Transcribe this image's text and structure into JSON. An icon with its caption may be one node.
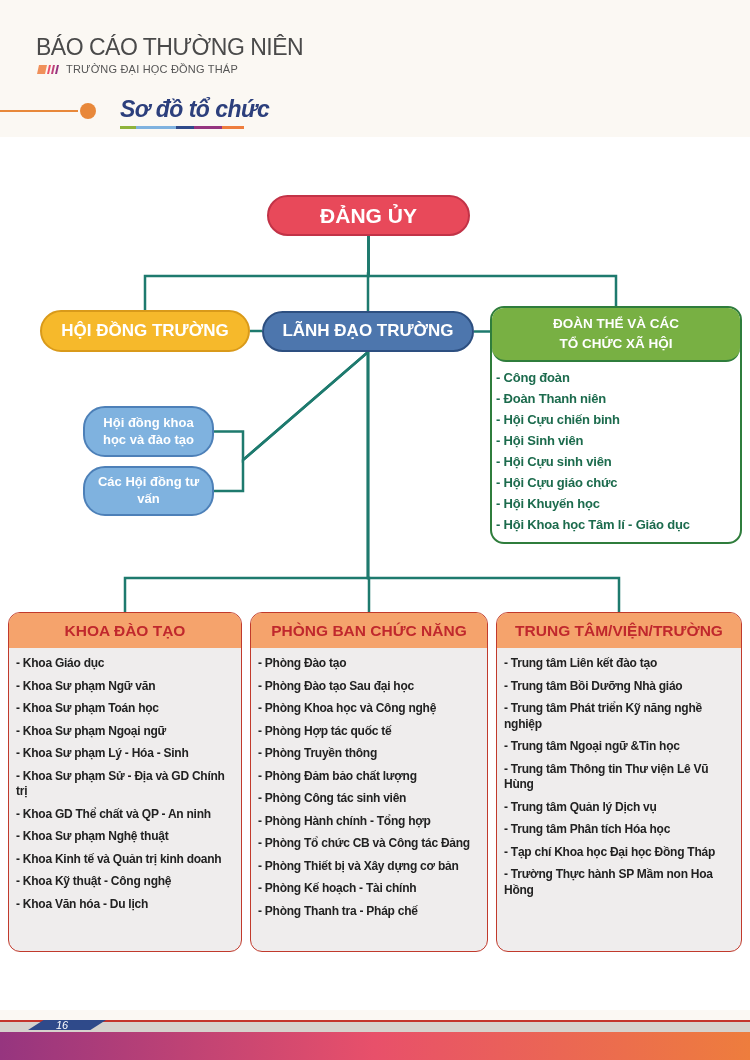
{
  "diagram": {
    "title": "Sơ đồ tổ chức",
    "nodes": [
      {
        "text": [
          "ĐẢNG ỦY"
        ]
      },
      {
        "text": [
          "HỘI ĐỒNG TRƯỜNG"
        ]
      },
      {
        "text": [
          "LÃNH ĐẠO TRƯỜNG"
        ]
      },
      {
        "text": [
          "ĐOÀN THỂ VÀ CÁC TỔ CHỨC XÃ HỘI",
          "- Công đoàn",
          "- Đoàn Thanh niên",
          "- Hội Cựu chiến binh",
          "- Hội Sinh viên",
          "- Hội Cựu sinh viên",
          "- Hội Cựu giáo chức",
          "- Hội Khuyến học",
          "- Hội Khoa học Tâm lí - Giáo dục"
        ]
      },
      {
        "text": [
          "Hội đồng khoa học và đào tạo"
        ]
      },
      {
        "text": [
          "Các Hội đồng tư vấn"
        ]
      },
      {
        "text": [
          "KHOA ĐÀO TẠO",
          "- Khoa Giáo dục",
          "- Khoa Sư phạm Ngữ văn",
          "- Khoa Sư phạm Toán học",
          "- Khoa Sư phạm Ngoại ngữ",
          "- Khoa Sư phạm Lý - Hóa - Sinh",
          "- Khoa Sư phạm Sử - Địa và GD Chính trị",
          "- Khoa GD Thể chất và QP - An ninh",
          "- Khoa Sư phạm Nghệ thuật",
          "- Khoa Kinh tế và Quản trị kinh doanh",
          "- Khoa Kỹ thuật - Công nghệ",
          "- Khoa Văn hóa - Du lịch"
        ]
      },
      {
        "text": [
          "PHÒNG BAN CHỨC NĂNG",
          "- Phòng Đào tạo",
          "- Phòng Đào tạo Sau đại học",
          "- Phòng Khoa học và Công nghệ",
          "- Phòng Hợp tác quốc tế",
          "- Phòng Truyền thông",
          "- Phòng Đảm bảo chất lượng",
          "- Phòng Công tác sinh viên",
          "- Phòng Hành chính - Tổng hợp",
          "- Phòng Tổ chức CB và Công tác Đảng",
          "- Phòng Thiết bị và Xây dựng cơ bản",
          "- Phòng Kế hoạch - Tài chính",
          "- Phòng Thanh tra - Pháp chế"
        ]
      },
      {
        "text": [
          "TRUNG TÂM/VIỆN/TRƯỜNG",
          "- Trung tâm Liên kết đào tạo",
          "- Trung tâm Bồi Dưỡng Nhà giáo",
          "- Trung tâm Phát triển Kỹ năng nghề nghiệp",
          "- Trung tâm Ngoại ngữ &Tin học",
          "- Trung tâm Thông tin Thư viện Lê Vũ Hùng",
          "- Trung tâm Quản lý Dịch vụ",
          "- Trung tâm Phân tích Hóa học",
          "- Tạp chí Khoa học Đại học Đồng Tháp",
          "- Trường Thực hành SP Mầm non Hoa Hồng"
        ]
      }
    ],
    "edges": [
      {
        "from": 0,
        "to": 1,
        "arrow": "none"
      },
      {
        "from": 0,
        "to": 2,
        "arrow": "none"
      },
      {
        "from": 0,
        "to": 3,
        "arrow": "none"
      },
      {
        "from": 1,
        "to": 2,
        "arrow": "none"
      },
      {
        "from": 2,
        "to": 3,
        "arrow": "none"
      },
      {
        "from": 2,
        "to": 4,
        "arrow": "none"
      },
      {
        "from": 2,
        "to": 5,
        "arrow": "none"
      },
      {
        "from": 2,
        "to": 6,
        "arrow": "none"
      },
      {
        "from": 2,
        "to": 7,
        "arrow": "none"
      },
      {
        "from": 2,
        "to": 8,
        "arrow": "none"
      }
    ],
    "labels": [
      "BÁO CÁO THƯỜNG NIÊN",
      "TRƯỜNG ĐẠI HỌC ĐỒNG THÁP",
      "16"
    ]
  }
}
